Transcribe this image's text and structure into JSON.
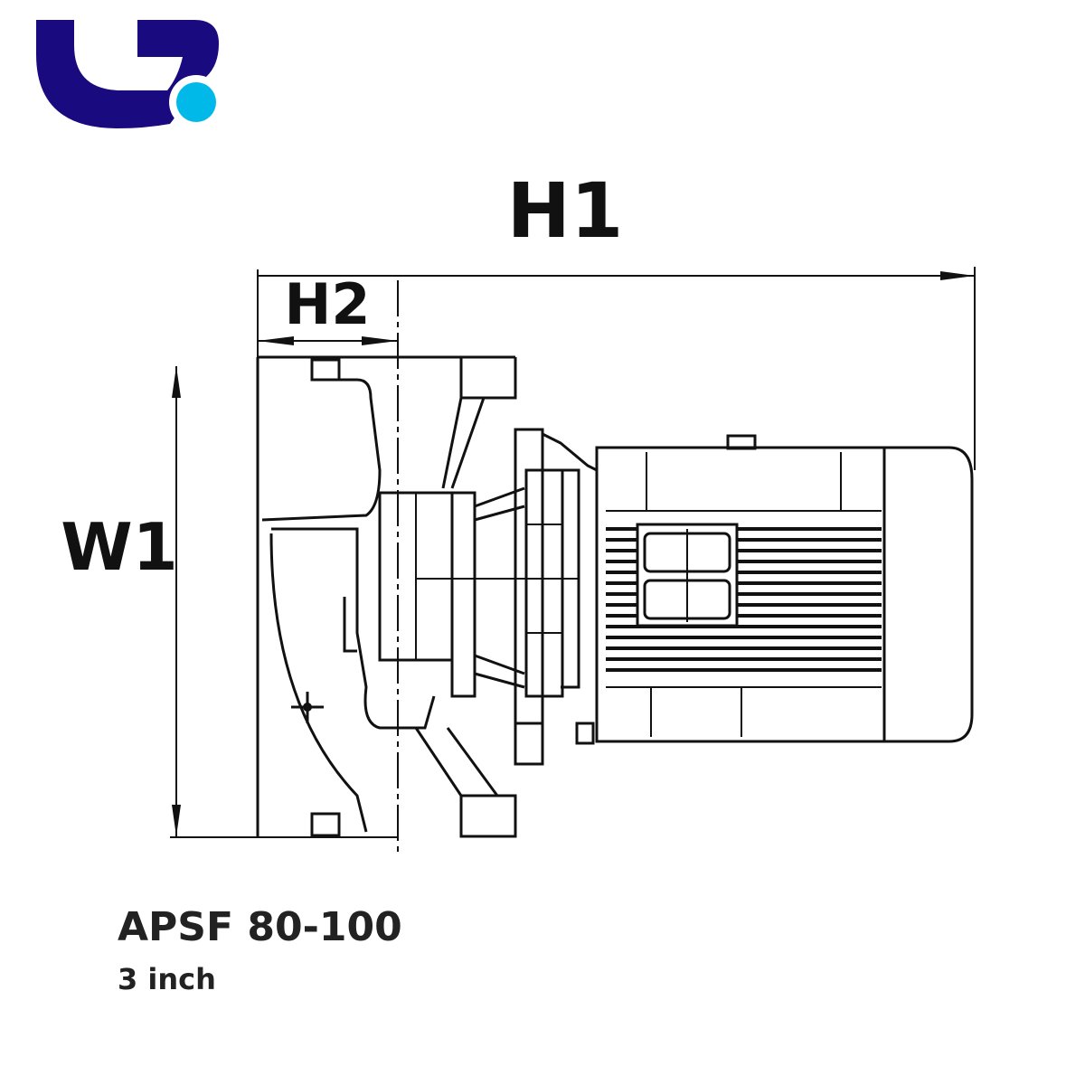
{
  "logo": {
    "primary_color": "#1a0a80",
    "accent_color": "#00b9e8"
  },
  "dimensions": {
    "h1": "H1",
    "h2": "H2",
    "w1": "W1"
  },
  "caption": {
    "model": "APSF 80-100",
    "size": "3 inch"
  }
}
